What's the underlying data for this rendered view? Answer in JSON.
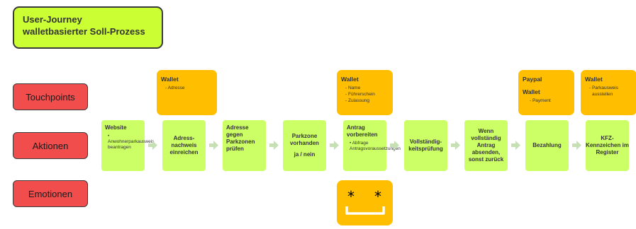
{
  "title": {
    "line1": "User-Journey",
    "line2": "walletbasierter Soll-Prozess"
  },
  "rows": {
    "touchpoints": "Touchpoints",
    "aktionen": "Aktionen",
    "emotionen": "Emotionen"
  },
  "touchpoints": [
    {
      "heading": "Wallet",
      "bullets": [
        "- Adresse"
      ]
    },
    {
      "heading": "Wallet",
      "bullets": [
        "- Name",
        "- Führerschein",
        "- Zulassung"
      ]
    },
    {
      "heading1": "Paypal",
      "heading2": "Wallet",
      "bullets": [
        "- Payment"
      ]
    },
    {
      "heading": "Wallet",
      "bullets": [
        "- Parkausweis",
        "ausstellen"
      ]
    }
  ],
  "actions": [
    {
      "title": "Website",
      "sub": "• Anwohnerparkausweis beantragen"
    },
    {
      "title": "Adress-nachweis einreichen"
    },
    {
      "title": "Adresse gegen Parkzonen prüfen"
    },
    {
      "title": "Parkzone vorhanden",
      "title2": "ja / nein"
    },
    {
      "title": "Antrag vorbereiten",
      "sub": "• Abfrage Antragsvoraussetzungen"
    },
    {
      "title": "Vollständig-keitsprüfung"
    },
    {
      "title": "Wenn vollständig Antrag absenden, sonst zurück"
    },
    {
      "title": "Bezahlung"
    },
    {
      "title": "KFZ-Kennzeichen im Register"
    }
  ],
  "emotion": {
    "eyes": "*   *",
    "mood": "happy"
  },
  "colors": {
    "label_red": "#f24d4d",
    "title_green": "#ccff33",
    "action_green": "#ccff66",
    "touchpoint_orange": "#ffbf00",
    "arrow_green": "#c6e0b4"
  }
}
